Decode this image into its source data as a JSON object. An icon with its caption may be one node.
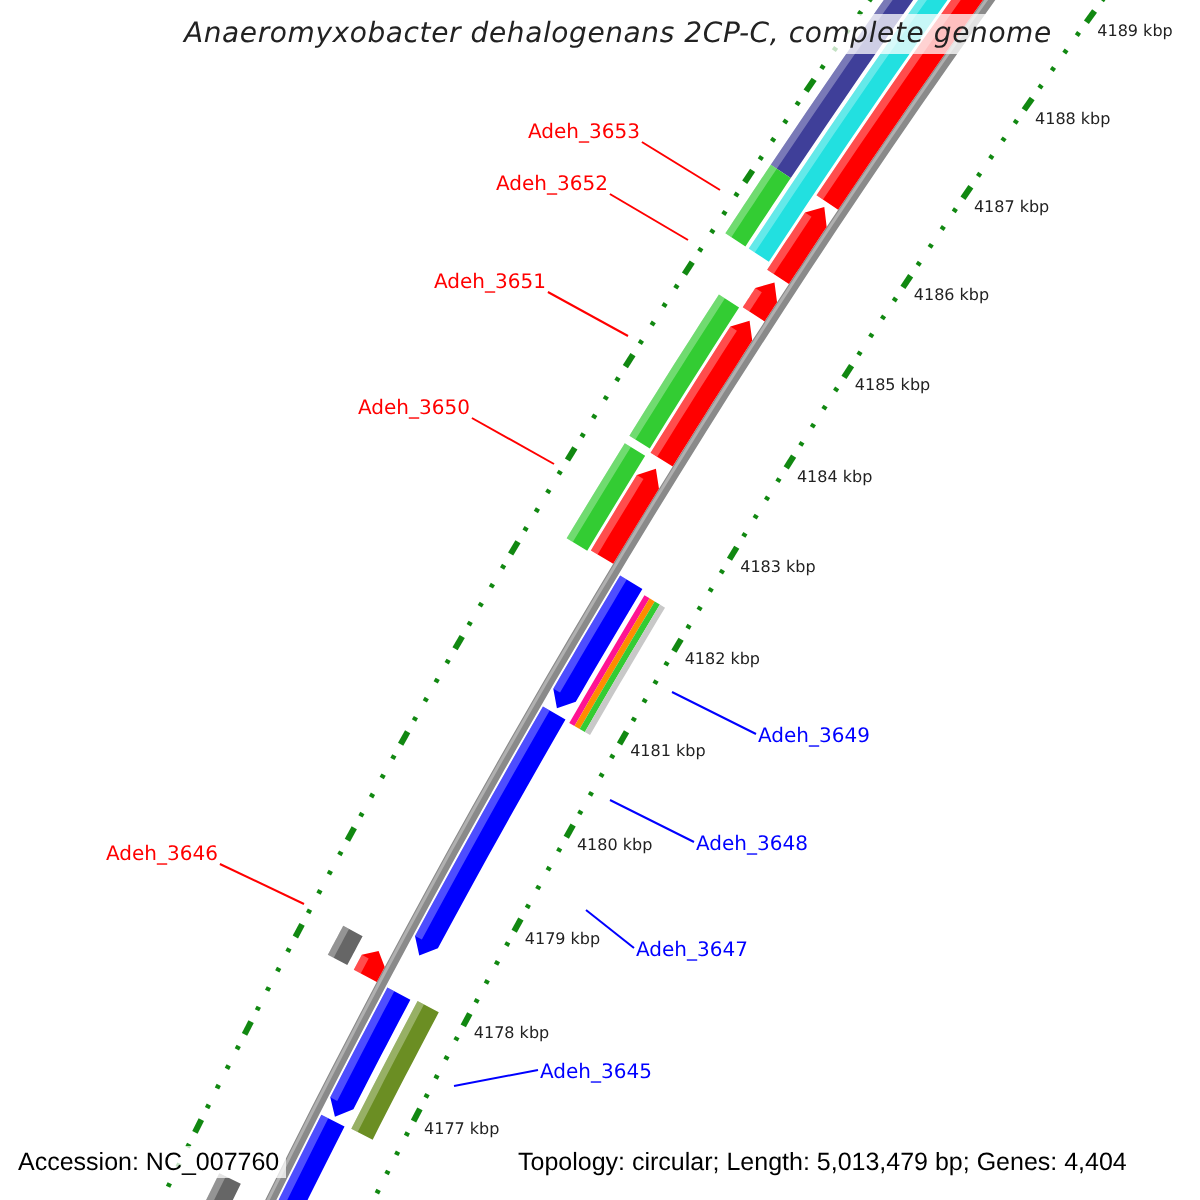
{
  "diagram": {
    "title": "Anaeromyxobacter dehalogenans 2CP-C, complete genome",
    "nodes": [
      {
        "text": [
          "Adeh_3653"
        ]
      },
      {
        "text": [
          "Adeh_3652"
        ]
      },
      {
        "text": [
          "Adeh_3651"
        ]
      },
      {
        "text": [
          "Adeh_3650"
        ]
      },
      {
        "text": [
          "Adeh_3649"
        ]
      },
      {
        "text": [
          "Adeh_3648"
        ]
      },
      {
        "text": [
          "Adeh_3646"
        ]
      },
      {
        "text": [
          "Adeh_3647"
        ]
      },
      {
        "text": [
          "Adeh_3645"
        ]
      }
    ],
    "edges": [
      {
        "from": 0,
        "to": null,
        "arrow": "none"
      },
      {
        "from": 1,
        "to": null,
        "arrow": "none"
      },
      {
        "from": 2,
        "to": null,
        "arrow": "none"
      },
      {
        "from": 3,
        "to": null,
        "arrow": "none"
      },
      {
        "from": 4,
        "to": null,
        "arrow": "none",
        "color": "#0000ff"
      },
      {
        "from": 5,
        "to": null,
        "arrow": "none",
        "color": "#0000ff"
      },
      {
        "from": 6,
        "to": null,
        "arrow": "none"
      },
      {
        "from": 7,
        "to": null,
        "arrow": "none",
        "color": "#0000ff"
      },
      {
        "from": 8,
        "to": null,
        "arrow": "none",
        "color": "#0000ff"
      }
    ],
    "labels": [
      "4189 kbp",
      "4188 kbp",
      "4187 kbp",
      "4186 kbp",
      "4185 kbp",
      "4184 kbp",
      "4183 kbp",
      "4182 kbp",
      "4181 kbp",
      "4180 kbp",
      "4179 kbp",
      "4178 kbp",
      "4177 kbp",
      "Accession: NC_007760",
      "Topology: circular; Length: 5,013,479 bp; Genes: 4,404"
    ]
  }
}
